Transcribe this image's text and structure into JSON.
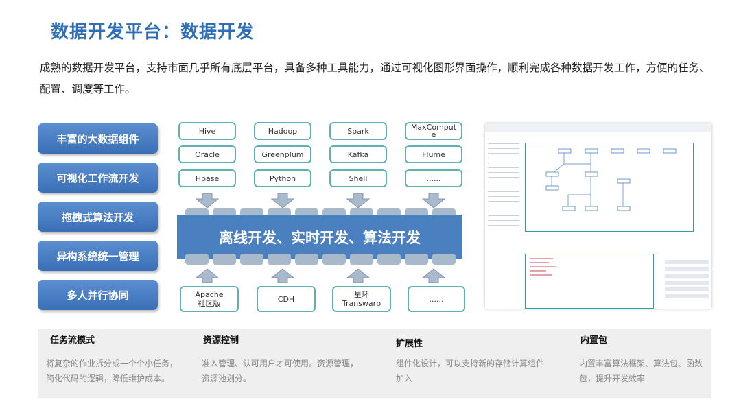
{
  "page_title": "数据开发平台：数据开发",
  "intro_text": "成熟的数据开发平台，支持市面几乎所有底层平台，具备多种工具能力，通过可视化图形界面操作，顺利完成各种数据开发工作，方便的任务、配置、调度等工作。",
  "features": [
    "丰富的大数据组件",
    "可视化工作流开发",
    "拖拽式算法开发",
    "异构系统统一管理",
    "多人并行协同"
  ],
  "tools_top": [
    [
      "Hive",
      "Hadoop",
      "Spark",
      "MaxCompute"
    ],
    [
      "Oracle",
      "Greenplum",
      "Kafka",
      "Flume"
    ],
    [
      "Hbase",
      "Python",
      "Shell",
      "......"
    ]
  ],
  "band_label": "离线开发、实时开发、算法开发",
  "platforms_bottom": [
    "Apache\n社区版",
    "CDH",
    "星环\nTranswarp",
    "......"
  ],
  "bottom_panel": {
    "columns": [
      {
        "heading": "任务流模式",
        "text": "将复杂的作业拆分成一个个小任务，简化代码的逻辑，降低维护成本。"
      },
      {
        "heading": "资源控制",
        "text": "准入管理、认可用户才可使用。资源管理，资源池划分。"
      },
      {
        "heading": "扩展性",
        "text": "组件化设计，可以支持新的存储计算组件加入"
      },
      {
        "heading": "内置包",
        "text": "内置丰富算法框架、算法包、函数包，提升开发效率"
      }
    ]
  },
  "colors": {
    "title": "#2f6fb7",
    "button": "#4a7fc0",
    "tool_border": "#5fb1b6",
    "band": "#4a7fc0"
  }
}
